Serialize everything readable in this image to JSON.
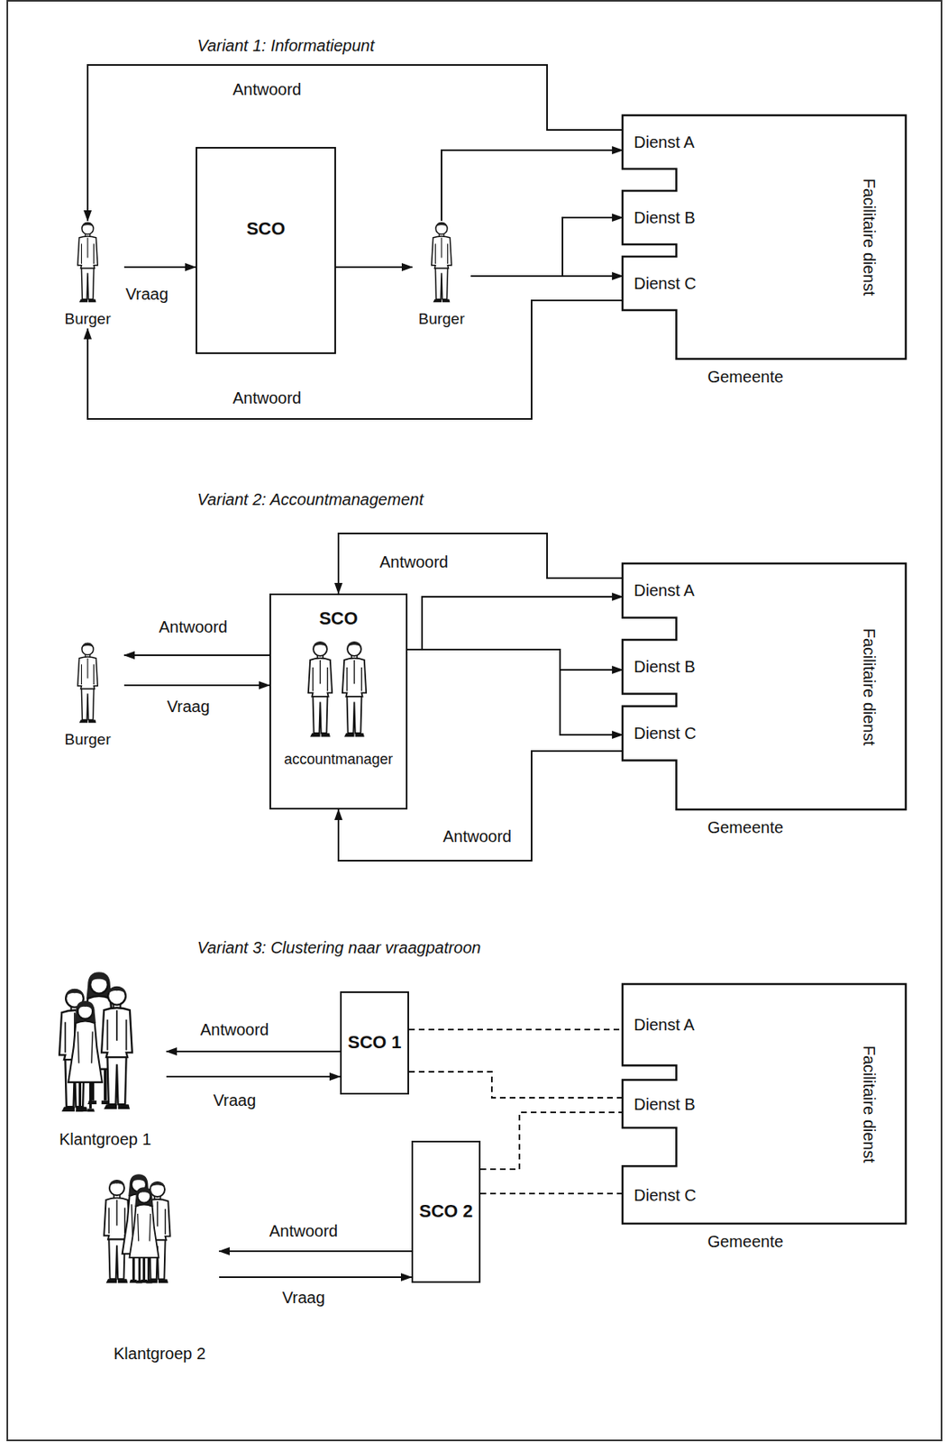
{
  "diagram": {
    "nodes": [
      {
        "text": [
          "Burger"
        ]
      },
      {
        "text": [
          "SCO"
        ]
      },
      {
        "text": [
          "Burger"
        ]
      },
      {
        "text": [
          "Facilitaire dienst",
          "Gemeente"
        ]
      },
      {
        "text": [
          "Dienst A"
        ],
        "in": 3
      },
      {
        "text": [
          "Dienst B"
        ],
        "in": 3
      },
      {
        "text": [
          "Dienst C"
        ],
        "in": 3
      },
      {
        "text": [
          "Burger"
        ]
      },
      {
        "text": [
          "SCO",
          "accountmanager"
        ]
      },
      {
        "text": [
          "Facilitaire dienst",
          "Gemeente"
        ]
      },
      {
        "text": [
          "Dienst A"
        ],
        "in": 9
      },
      {
        "text": [
          "Dienst B"
        ],
        "in": 9
      },
      {
        "text": [
          "Dienst C"
        ],
        "in": 9
      },
      {
        "text": [
          "Klantgroep 1"
        ]
      },
      {
        "text": [
          "SCO 1"
        ]
      },
      {
        "text": [
          "Klantgroep 2"
        ]
      },
      {
        "text": [
          "SCO 2"
        ]
      },
      {
        "text": [
          "Facilitaire dienst",
          "Gemeente"
        ]
      },
      {
        "text": [
          "Dienst A"
        ],
        "in": 17
      },
      {
        "text": [
          "Dienst B"
        ],
        "in": 17
      },
      {
        "text": [
          "Dienst C"
        ],
        "in": 17
      }
    ],
    "edges": [
      {
        "from": 0,
        "to": 1,
        "label": "Vraag",
        "arrow": "to"
      },
      {
        "from": 1,
        "to": 2,
        "arrow": "to"
      },
      {
        "from": 2,
        "to": 4,
        "arrow": "to"
      },
      {
        "from": 2,
        "to": 5,
        "arrow": "to"
      },
      {
        "from": 2,
        "to": 6,
        "arrow": "to"
      },
      {
        "from": 4,
        "to": 0,
        "label": "Antwoord",
        "arrow": "to"
      },
      {
        "from": 6,
        "to": 0,
        "label": "Antwoord",
        "arrow": "to"
      },
      {
        "from": 7,
        "to": 8,
        "label": "Vraag",
        "arrow": "to"
      },
      {
        "from": 8,
        "to": 7,
        "label": "Antwoord",
        "arrow": "to"
      },
      {
        "from": 8,
        "to": 10,
        "arrow": "to"
      },
      {
        "from": 8,
        "to": 11,
        "arrow": "to"
      },
      {
        "from": 8,
        "to": 12,
        "arrow": "to"
      },
      {
        "from": 10,
        "to": 8,
        "label": "Antwoord",
        "arrow": "to"
      },
      {
        "from": 12,
        "to": 8,
        "label": "Antwoord",
        "arrow": "to"
      },
      {
        "from": 13,
        "to": 14,
        "label": "Vraag",
        "arrow": "to"
      },
      {
        "from": 14,
        "to": 13,
        "label": "Antwoord",
        "arrow": "to"
      },
      {
        "from": 15,
        "to": 16,
        "label": "Vraag",
        "arrow": "to"
      },
      {
        "from": 16,
        "to": 15,
        "label": "Antwoord",
        "arrow": "to"
      },
      {
        "from": 14,
        "to": 18,
        "arrow": "none"
      },
      {
        "from": 14,
        "to": 19,
        "arrow": "none"
      },
      {
        "from": 16,
        "to": 19,
        "arrow": "none"
      },
      {
        "from": 16,
        "to": 20,
        "arrow": "none"
      }
    ],
    "labels": [
      "Variant 1: Informatiepunt",
      "Variant 2: Accountmanagement",
      "Variant 3: Clustering naar vraagpatroon"
    ]
  }
}
